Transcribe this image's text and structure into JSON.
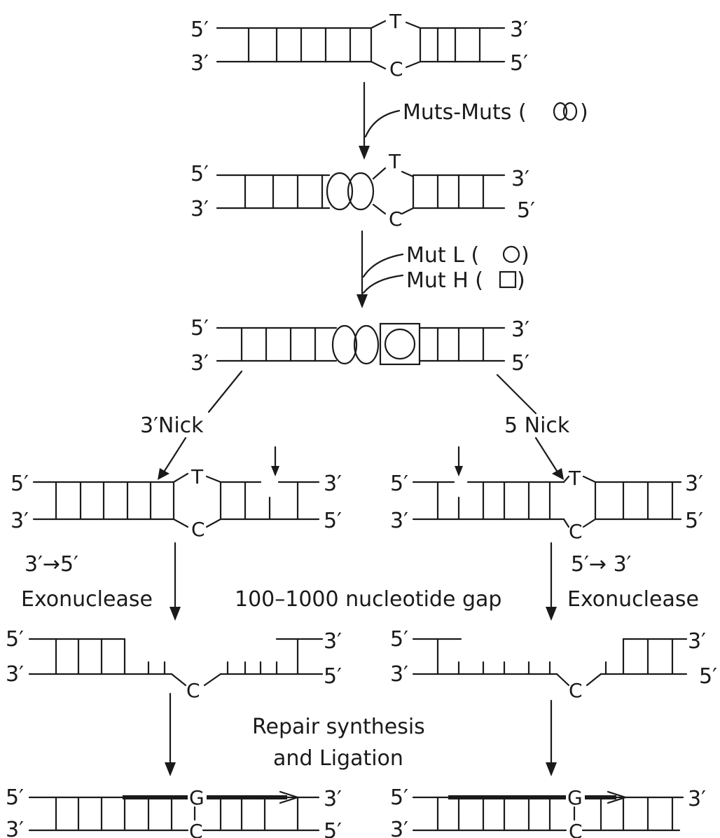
{
  "ends": {
    "five": "5′",
    "three": "3′"
  },
  "bases": {
    "t": "T",
    "c": "C",
    "g": "G"
  },
  "proteins": {
    "muts": "Muts-Muts (",
    "muts_close": ")",
    "mutl": "Mut L (",
    "mutl_close": ")",
    "muth": "Mut H (",
    "muth_close": ")"
  },
  "nicks": {
    "left": "3′Nick",
    "right": "5 Nick"
  },
  "exonuclease": {
    "left_direction": "3′→5′",
    "right_direction": "5′→ 3′",
    "label": "Exonuclease"
  },
  "gap_label": "100–1000 nucleotide gap",
  "repair": {
    "line1": "Repair synthesis",
    "line2": "and Ligation"
  }
}
